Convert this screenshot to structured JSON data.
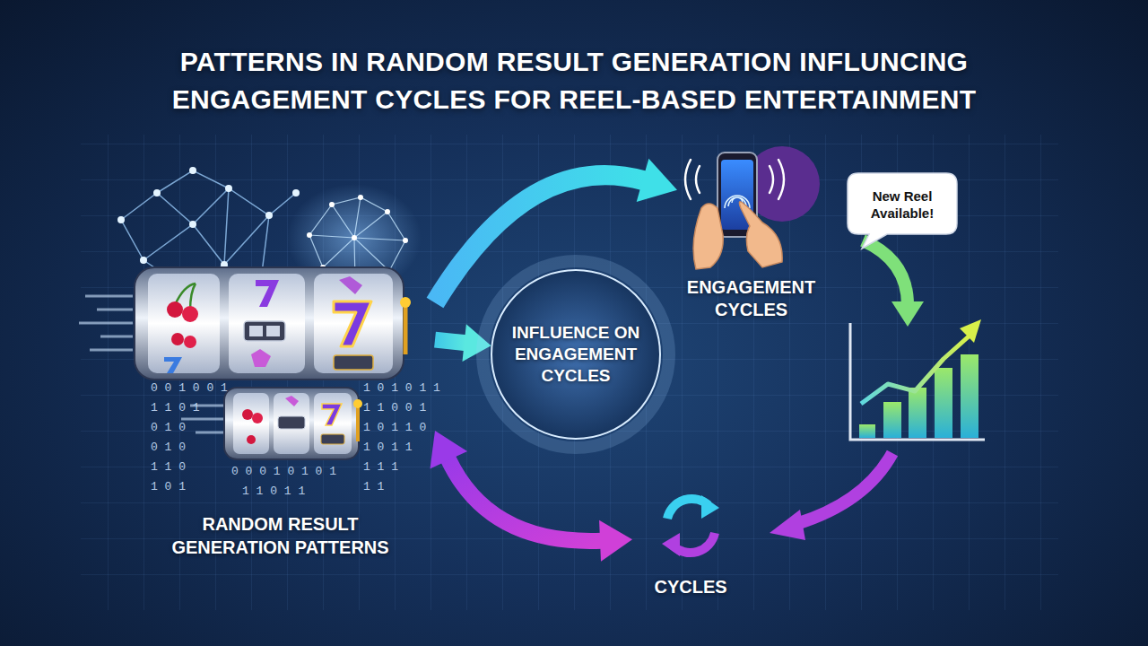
{
  "diagram": {
    "title": "PATTERNS IN RANDOM RESULT GENERATION INFLUNCING ENGAGEMENT CYCLES FOR REEL-BASED ENTERTAINMENT",
    "nodes": [
      {
        "text": [
          "RANDOM RESULT GENERATION PATTERNS"
        ]
      },
      {
        "text": [
          "INFLUENCE ON ENGAGEMENT CYCLES"
        ]
      },
      {
        "text": [
          "ENGAGEMENT CYCLES"
        ]
      },
      {
        "text": [
          "New Reel Available!"
        ]
      },
      {
        "text": [
          "CYCLES"
        ]
      }
    ],
    "edges": [
      {
        "from": 0,
        "to": 2,
        "arrow": "to"
      },
      {
        "from": 0,
        "to": 1,
        "arrow": "to"
      },
      {
        "from": 0,
        "to": 4,
        "arrow": "both"
      }
    ],
    "labels": [
      "0 0 1 0 0 1",
      "1 1 0 1",
      "0 1 0",
      "0 1 0",
      "1 1 0",
      "1 0 1",
      "1 0 1 0 1 1",
      "1 1 0 0 1",
      "1 0 1 1 0",
      "1 0 1 1",
      "1 1 1",
      "1 1",
      "0 0 0 1 0 1 0 1",
      "1 1 0 1 1"
    ]
  }
}
